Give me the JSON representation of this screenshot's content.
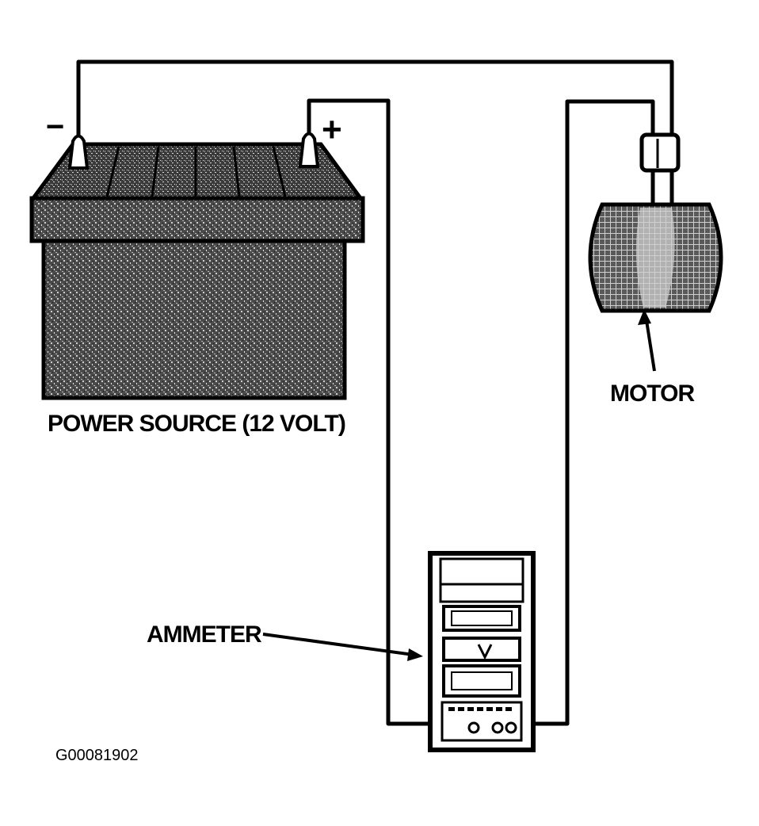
{
  "diagram": {
    "labels": {
      "power_source": "POWER SOURCE (12 VOLT)",
      "motor": "MOTOR",
      "ammeter": "AMMETER",
      "figure_id": "G00081902"
    },
    "terminals": {
      "negative": "−",
      "positive": "+"
    },
    "components": [
      "battery",
      "motor",
      "ammeter"
    ],
    "colors": {
      "ink": "#000000",
      "background": "#ffffff",
      "texture_dark": "#2a2a2a",
      "texture_light": "#9a9a9a"
    }
  }
}
